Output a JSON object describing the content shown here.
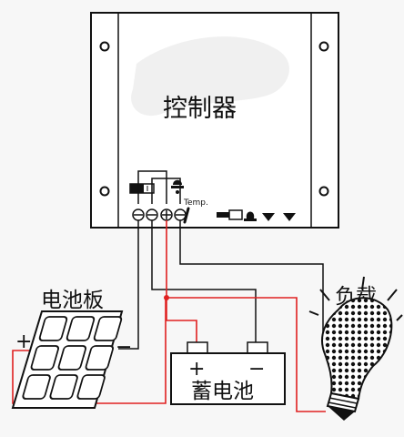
{
  "controller": {
    "label": "控制器",
    "temp_label": "Temp."
  },
  "solar_panel": {
    "label": "电池板",
    "plus": "+",
    "minus": "−"
  },
  "battery": {
    "label": "蓄电池",
    "plus": "+",
    "minus": "−"
  },
  "load": {
    "label": "负载"
  },
  "colors": {
    "positive_wire": "#e02020",
    "negative_wire": "#111111",
    "background": "#f7f7f7"
  },
  "icons": [
    "solar-module-icon",
    "sun-icon",
    "thermometer-icon",
    "battery-icon",
    "bulb-icon",
    "lamp-icon",
    "screw-icon"
  ]
}
